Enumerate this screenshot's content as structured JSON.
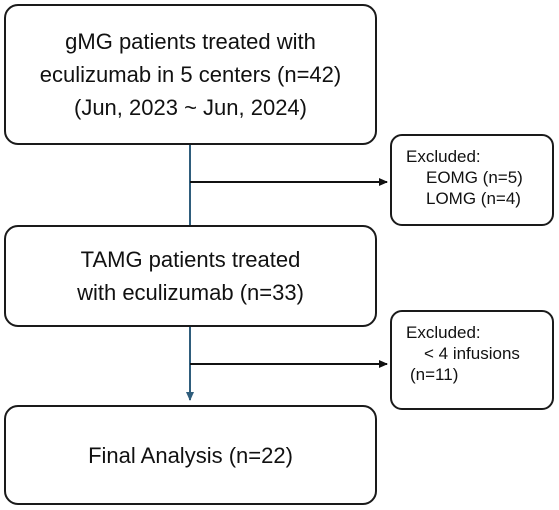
{
  "boxes": {
    "initial": {
      "lines": [
        "gMG patients treated with",
        "eculizumab in 5 centers (n=42)",
        "(Jun, 2023 ~ Jun, 2024)"
      ]
    },
    "excluded_1": {
      "heading": "Excluded:",
      "items": [
        "EOMG (n=5)",
        "LOMG (n=4)"
      ]
    },
    "tamg": {
      "lines": [
        "TAMG patients treated",
        "with eculizumab (n=33)"
      ]
    },
    "excluded_2": {
      "heading": "Excluded:",
      "items": [
        "< 4 infusions",
        "(n=11)"
      ]
    },
    "final": {
      "lines": [
        "Final Analysis (n=22)"
      ]
    }
  },
  "colors": {
    "border": "#1a1a1a",
    "vertical_connector": "#2f5d7c",
    "horizontal_arrow": "#111111"
  }
}
